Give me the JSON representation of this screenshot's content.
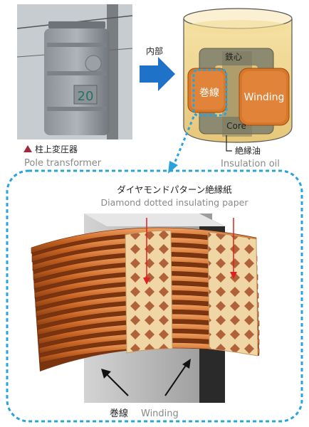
{
  "arrow_label": "内部",
  "photo": {
    "caption_jp": "柱上変圧器",
    "caption_en": "Pole transformer",
    "marker_color": "#a0283c",
    "plate_number": "20"
  },
  "transformer": {
    "core_jp": "鉄心",
    "core_en": "Core",
    "winding_jp": "巻線",
    "winding_en": "Winding",
    "oil_jp": "絶縁油",
    "oil_en": "Insulation oil",
    "winding_color": "#d8782a",
    "core_color": "#8c8a70"
  },
  "detail": {
    "paper_jp": "ダイヤモンドパターン絶縁紙",
    "paper_en": "Diamond dotted insulating paper",
    "winding_jp": "巻線",
    "winding_en": "Winding",
    "dash_color": "#2aa3dd",
    "pointer_color": "#e02020"
  }
}
